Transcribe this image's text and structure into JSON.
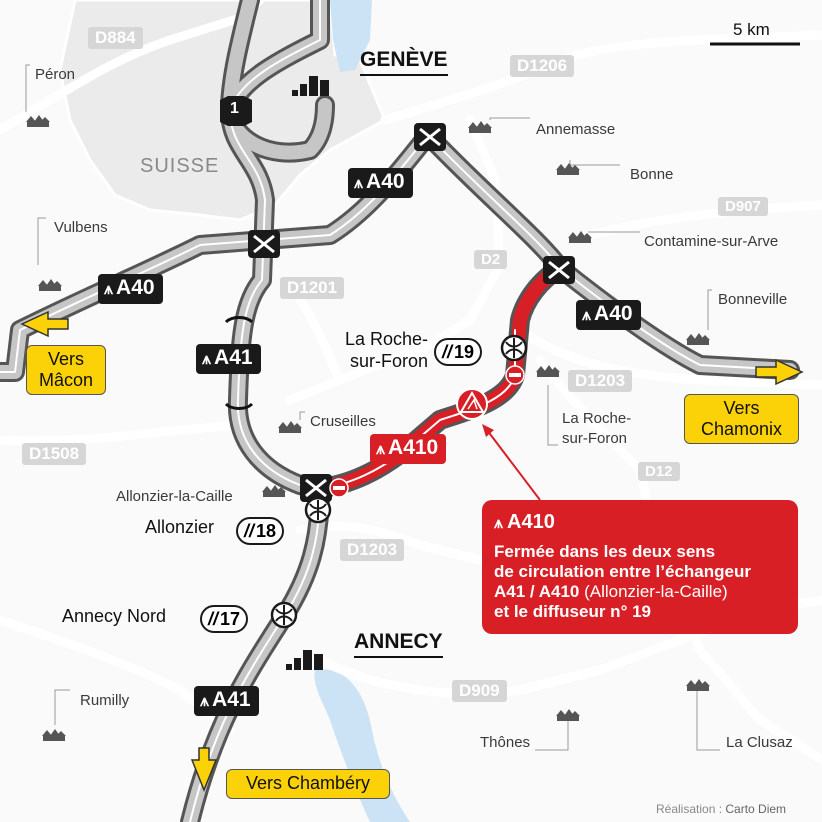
{
  "colors": {
    "road_gray": "#c6c6c6",
    "road_outline": "#555555",
    "closure_red": "#d81f26",
    "destination_yellow": "#fbd208",
    "lake_blue": "#cce3f5",
    "switzerland_fill": "#ebebeb"
  },
  "scale": {
    "label": "5 km"
  },
  "country_label": "SUISSE",
  "cities": {
    "geneve": "GENÈVE",
    "annecy": "ANNECY"
  },
  "motorways": {
    "a40_west": "A40",
    "a40_north": "A40",
    "a40_east": "A40",
    "a41_mid": "A41",
    "a41_south": "A41",
    "a410": "A410",
    "swiss_route": "1",
    "icon": "motorway-icon"
  },
  "departmental_roads": [
    "D884",
    "D1206",
    "D907",
    "D2",
    "D1201",
    "D1203",
    "D1203",
    "D1508",
    "D12",
    "D909"
  ],
  "towns": [
    "Péron",
    "Vulbens",
    "Annemasse",
    "Bonne",
    "Contamine-sur-Arve",
    "Bonneville",
    "Cruseilles",
    "La Roche-sur-Foron",
    "Allonzier-la-Caille",
    "Rumilly",
    "Thônes",
    "La Clusaz"
  ],
  "town_la_roche_line1": "La Roche-",
  "town_la_roche_line2": "sur-Foron",
  "interchanges": {
    "la_roche_line1": "La Roche-",
    "la_roche_line2": "sur-Foron",
    "la_roche_exit": "19",
    "allonzier": "Allonzier",
    "allonzier_exit": "18",
    "annecy_nord": "Annecy Nord",
    "annecy_nord_exit": "17"
  },
  "destinations": {
    "macon_line1": "Vers",
    "macon_line2": "Mâcon",
    "chamonix_line1": "Vers",
    "chamonix_line2": "Chamonix",
    "chambery": "Vers Chambéry"
  },
  "closure_notice": {
    "road": "A410",
    "line1": "Fermée dans les deux sens",
    "line2": "de circulation entre l’échangeur",
    "line3_bold": "A41 / A410",
    "line3_rest": " (Allonzier-la-Caille)",
    "line4": "et le diffuseur n° 19"
  },
  "credit": {
    "prefix": "Réalisation : ",
    "author": "Carto Diem"
  }
}
